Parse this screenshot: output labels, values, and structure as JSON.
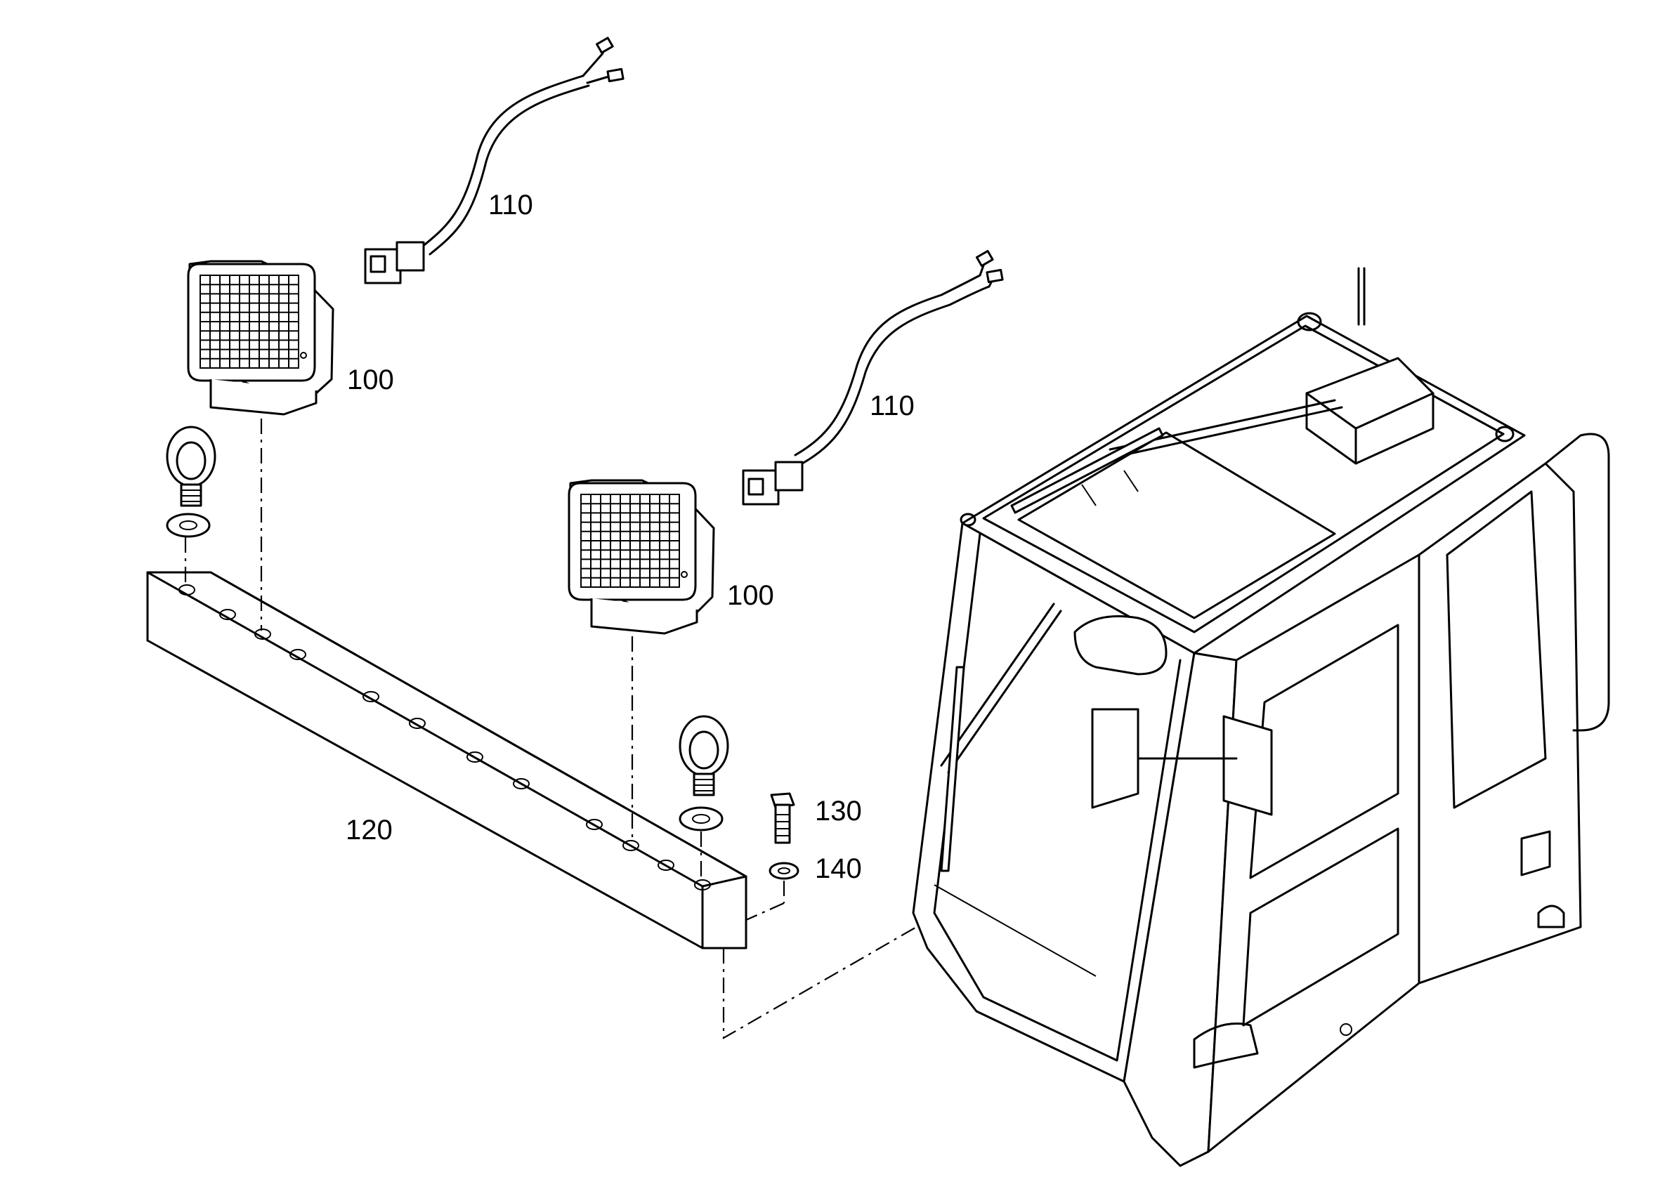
{
  "diagram": {
    "callouts": [
      {
        "id": "harness-1",
        "text": "110"
      },
      {
        "id": "lamp-1",
        "text": "100"
      },
      {
        "id": "harness-2",
        "text": "110"
      },
      {
        "id": "lamp-2",
        "text": "100"
      },
      {
        "id": "bar",
        "text": "120"
      },
      {
        "id": "bolt",
        "text": "130"
      },
      {
        "id": "washer",
        "text": "140"
      }
    ]
  }
}
